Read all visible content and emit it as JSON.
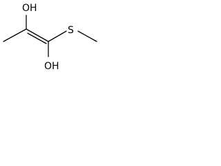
{
  "structure": {
    "atoms": {
      "oh_top": "OH",
      "oh_bottom": "OH",
      "sulfur": "S"
    }
  }
}
